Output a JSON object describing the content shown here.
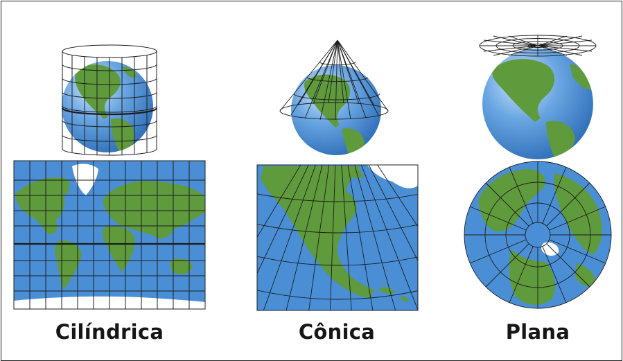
{
  "projections": [
    {
      "id": "cilindrica",
      "label": "Cilíndrica"
    },
    {
      "id": "conica",
      "label": "Cônica"
    },
    {
      "id": "plana",
      "label": "Plana"
    }
  ],
  "colors": {
    "ocean": "#4a8fd6",
    "ocean_light": "#8ec3ee",
    "land": "#5f9a3c",
    "ice": "#ffffff",
    "grid": "#1c1c1c"
  }
}
